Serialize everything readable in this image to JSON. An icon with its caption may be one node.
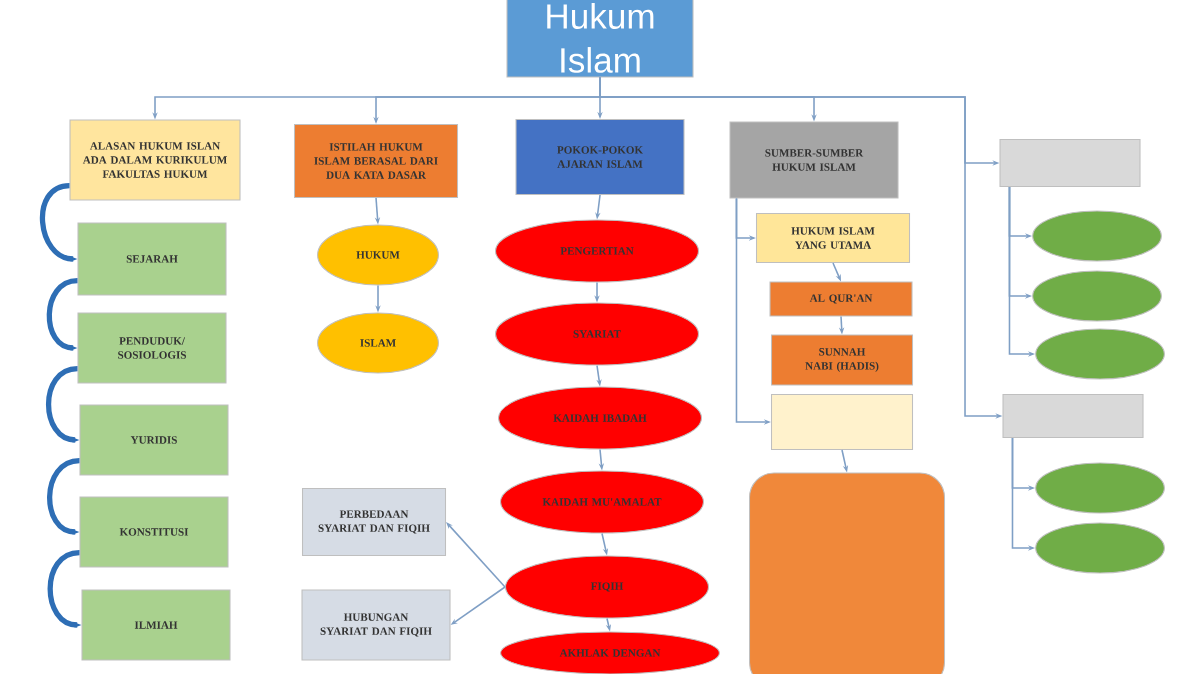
{
  "diagram": {
    "nodes": [
      {
        "text": [
          "Hukum Islam"
        ]
      },
      {
        "text": [
          "ALASAN HUKUM ISLAN ADA DALAM KURIKULUM FAKULTAS HUKUM"
        ]
      },
      {
        "text": [
          "SEJARAH"
        ]
      },
      {
        "text": [
          "PENDUDUK/ SOSIOLOGIS"
        ]
      },
      {
        "text": [
          "YURIDIS"
        ]
      },
      {
        "text": [
          "KONSTITUSI"
        ]
      },
      {
        "text": [
          "ILMIAH"
        ]
      },
      {
        "text": [
          "ISTILAH HUKUM ISLAM BERASAL DARI DUA KATA DASAR"
        ]
      },
      {
        "text": [
          "HUKUM"
        ]
      },
      {
        "text": [
          "ISLAM"
        ]
      },
      {
        "text": [
          "POKOK-POKOK AJARAN ISLAM"
        ]
      },
      {
        "text": [
          "PENGERTIAN"
        ]
      },
      {
        "text": [
          "SYARIAT"
        ]
      },
      {
        "text": [
          "KAIDAH IBADAH"
        ]
      },
      {
        "text": [
          "KAIDAH MU'AMALAT"
        ]
      },
      {
        "text": [
          "FIQIH"
        ]
      },
      {
        "text": [
          "AKHLAK DENGAN"
        ]
      },
      {
        "text": [
          "SUMBER-SUMBER HUKUM ISLAM"
        ]
      },
      {
        "text": [
          "HUKUM ISLAM YANG UTAMA"
        ]
      },
      {
        "text": [
          "AL QUR'AN"
        ]
      },
      {
        "text": [
          "SUNNAH NABI (HADIS)"
        ]
      },
      {
        "text": [],
        "shape": "box"
      },
      {
        "text": [],
        "shape": "box"
      },
      {
        "text": [],
        "shape": "box"
      },
      {
        "text": [],
        "shape": "ellipse"
      },
      {
        "text": [],
        "shape": "ellipse"
      },
      {
        "text": [],
        "shape": "ellipse"
      },
      {
        "text": [],
        "shape": "box"
      },
      {
        "text": [],
        "shape": "ellipse"
      },
      {
        "text": [],
        "shape": "ellipse"
      },
      {
        "text": [
          "PERBEDAAN SYARIAT DAN FIQIH"
        ]
      },
      {
        "text": [
          "HUBUNGAN SYARIAT DAN FIQIH"
        ]
      }
    ],
    "edges": [
      {
        "from": 0,
        "to": 1,
        "arrow": "to"
      },
      {
        "from": 0,
        "to": 7,
        "arrow": "to"
      },
      {
        "from": 0,
        "to": 10,
        "arrow": "to"
      },
      {
        "from": 0,
        "to": 17,
        "arrow": "to"
      },
      {
        "from": 0,
        "to": 23,
        "arrow": "to"
      },
      {
        "from": 0,
        "to": 27,
        "arrow": "to"
      },
      {
        "from": 1,
        "to": 2,
        "arrow": "to",
        "style": "thick",
        "color": "#2e6eb5"
      },
      {
        "from": 2,
        "to": 3,
        "arrow": "to",
        "style": "thick",
        "color": "#2e6eb5"
      },
      {
        "from": 3,
        "to": 4,
        "arrow": "to",
        "style": "thick",
        "color": "#2e6eb5"
      },
      {
        "from": 4,
        "to": 5,
        "arrow": "to",
        "style": "thick",
        "color": "#2e6eb5"
      },
      {
        "from": 5,
        "to": 6,
        "arrow": "to",
        "style": "thick",
        "color": "#2e6eb5"
      },
      {
        "from": 7,
        "to": 8,
        "arrow": "to"
      },
      {
        "from": 8,
        "to": 9,
        "arrow": "to"
      },
      {
        "from": 10,
        "to": 11,
        "arrow": "to"
      },
      {
        "from": 11,
        "to": 12,
        "arrow": "to"
      },
      {
        "from": 12,
        "to": 13,
        "arrow": "to"
      },
      {
        "from": 13,
        "to": 14,
        "arrow": "to"
      },
      {
        "from": 14,
        "to": 15,
        "arrow": "to"
      },
      {
        "from": 15,
        "to": 16,
        "arrow": "to"
      },
      {
        "from": 15,
        "to": 30,
        "arrow": "to"
      },
      {
        "from": 15,
        "to": 31,
        "arrow": "to"
      },
      {
        "from": 17,
        "to": 18,
        "arrow": "to"
      },
      {
        "from": 17,
        "to": 21,
        "arrow": "to"
      },
      {
        "from": 18,
        "to": 19,
        "arrow": "to"
      },
      {
        "from": 19,
        "to": 20,
        "arrow": "to"
      },
      {
        "from": 21,
        "to": 22,
        "arrow": "to"
      },
      {
        "from": 23,
        "to": 24,
        "arrow": "to"
      },
      {
        "from": 23,
        "to": 25,
        "arrow": "to"
      },
      {
        "from": 23,
        "to": 26,
        "arrow": "to"
      },
      {
        "from": 27,
        "to": 28,
        "arrow": "to"
      },
      {
        "from": 27,
        "to": 29,
        "arrow": "to"
      }
    ]
  }
}
